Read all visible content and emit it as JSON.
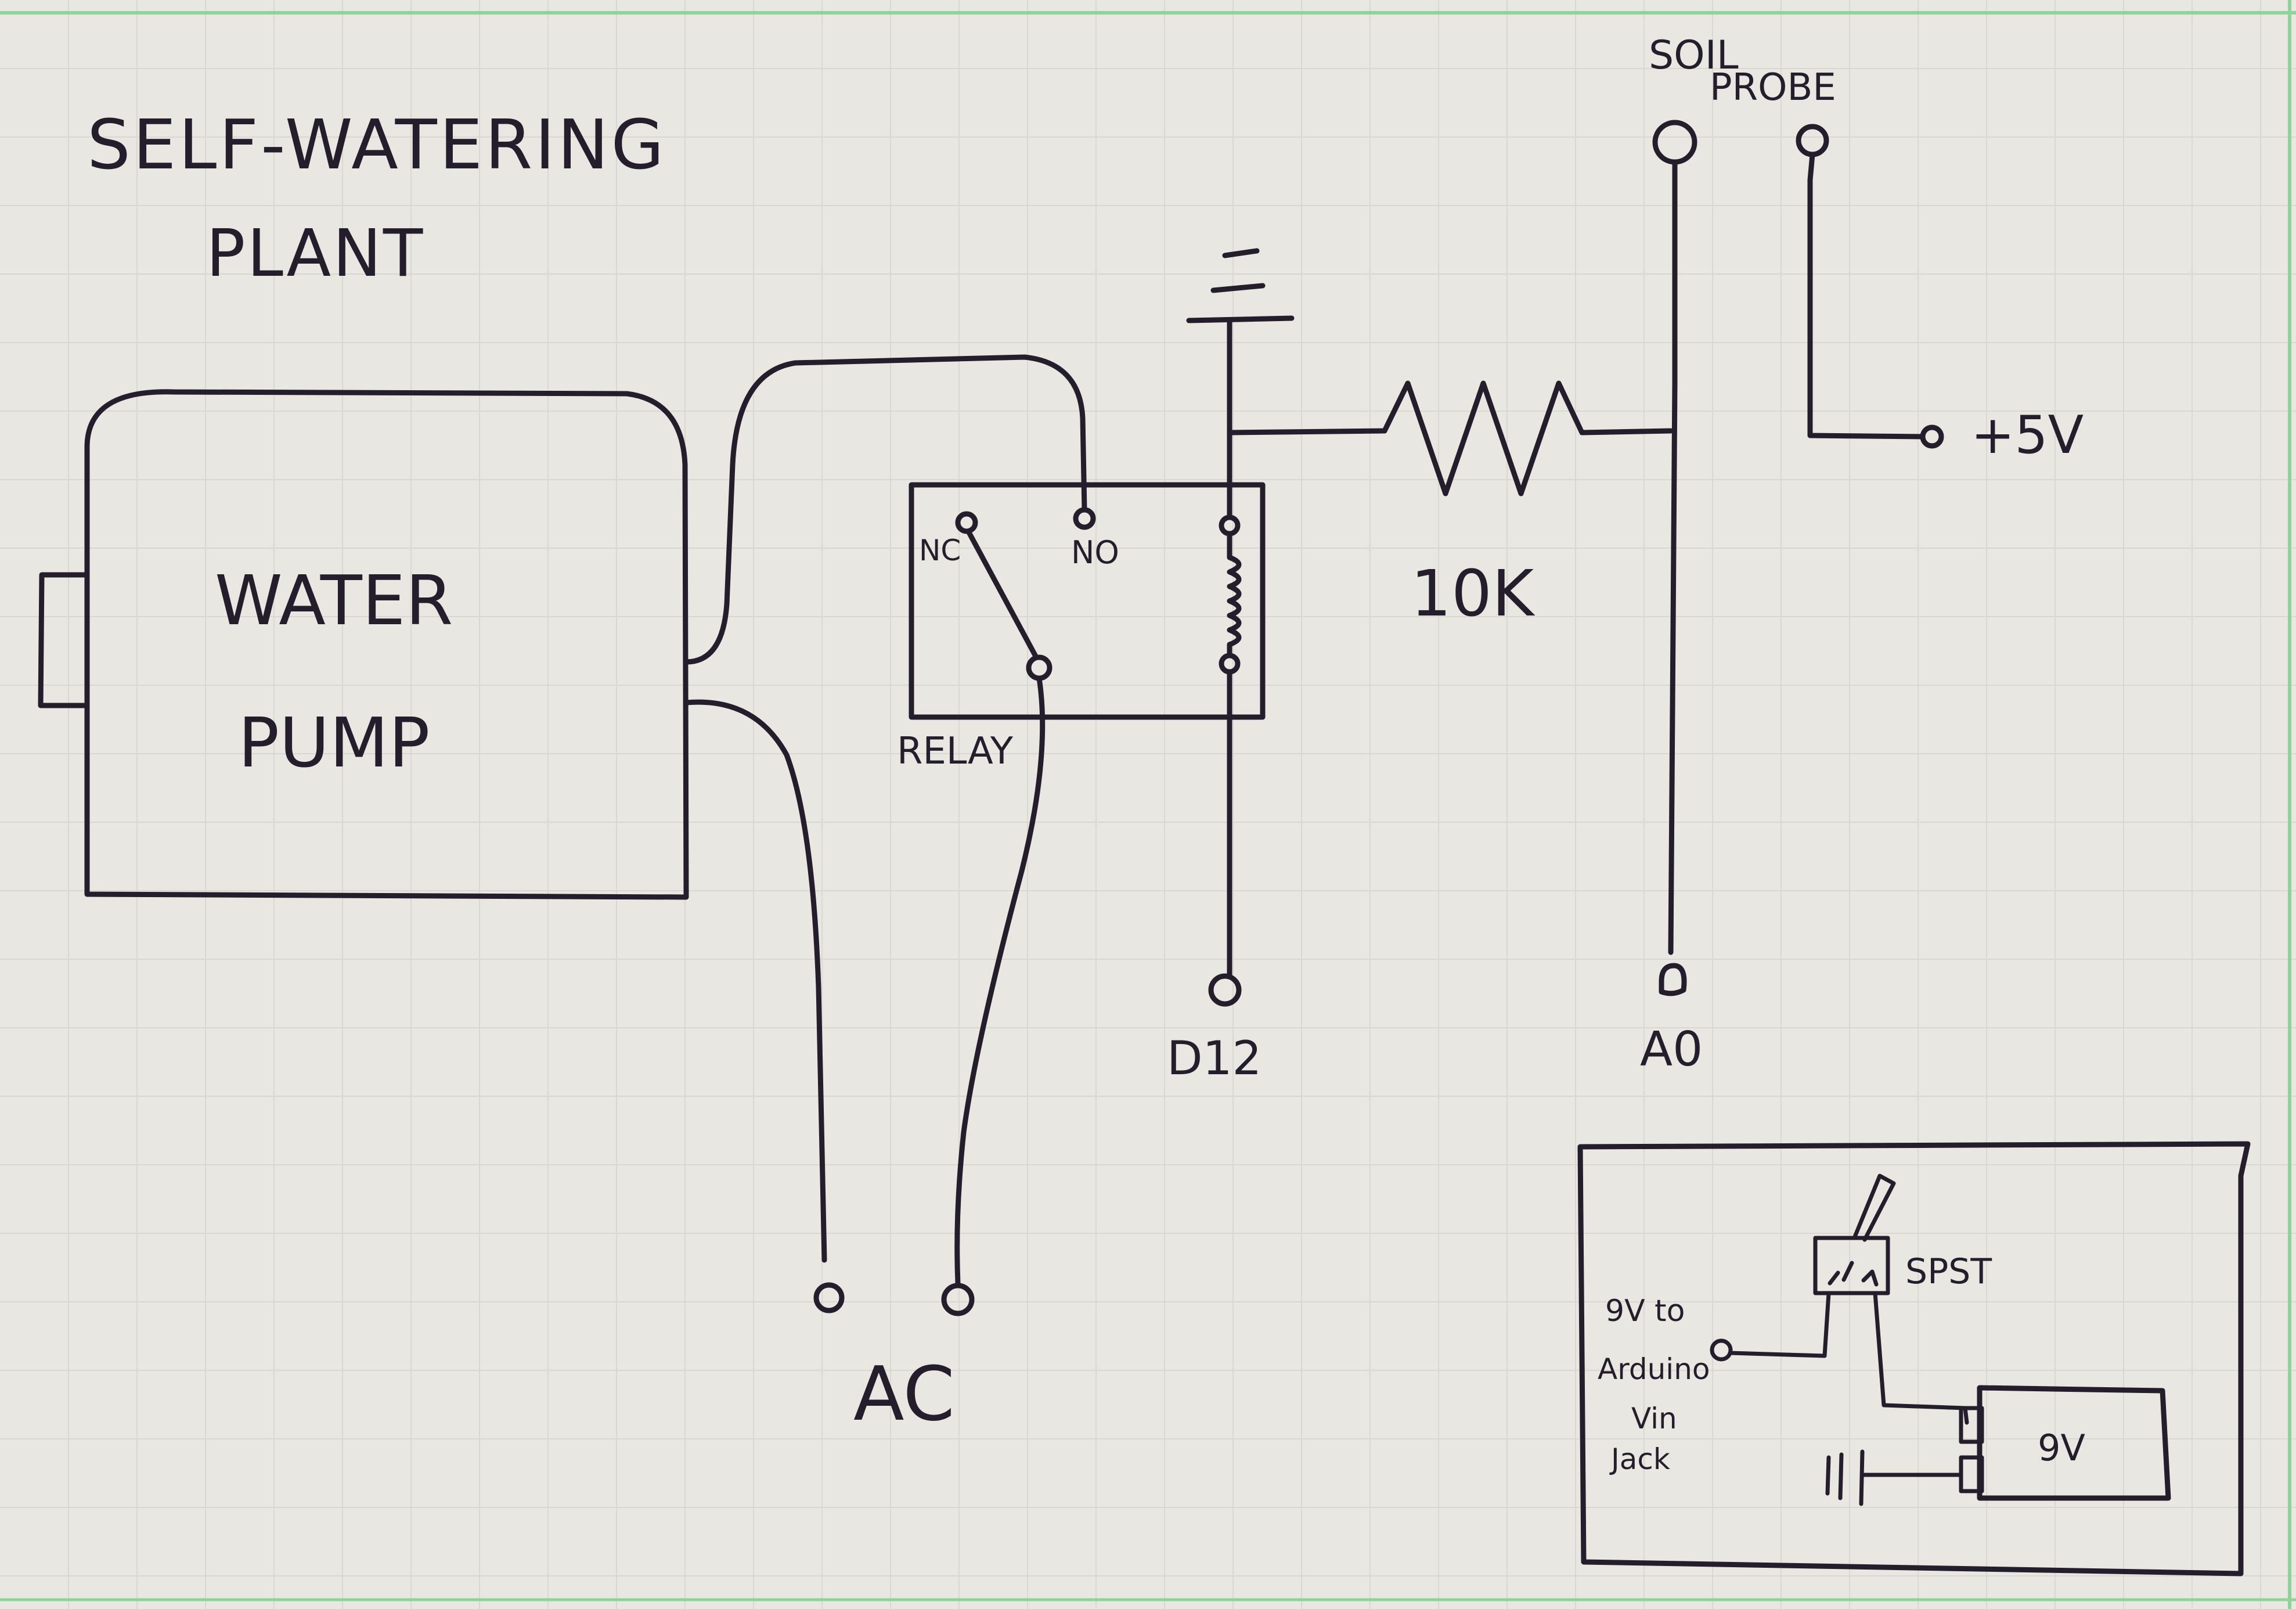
{
  "title": {
    "line1": "SELF-WATERING",
    "line2": "PLANT"
  },
  "components": {
    "water_pump": {
      "line1": "WATER",
      "line2": "PUMP"
    },
    "relay": {
      "label": "RELAY",
      "nc_label": "NC",
      "no_label": "NO"
    },
    "resistor": {
      "label": "10K"
    },
    "soil_probe": {
      "line1": "SOIL",
      "line2": "PROBE"
    },
    "power_5v": {
      "label": "+5V"
    },
    "pin_d12": {
      "label": "D12"
    },
    "pin_a0": {
      "label": "A0"
    },
    "ac": {
      "label": "AC"
    }
  },
  "inset": {
    "switch_label": "SPST",
    "battery_label": "9V",
    "vin_note": {
      "line1": "9V to",
      "line2": "Arduino",
      "line3": "Vin",
      "line4": "Jack"
    }
  },
  "colors": {
    "ink": "#231d2c",
    "paper": "#e9e7e1",
    "grid": "#d9d7d2",
    "margin_line": "#8fd39b"
  }
}
